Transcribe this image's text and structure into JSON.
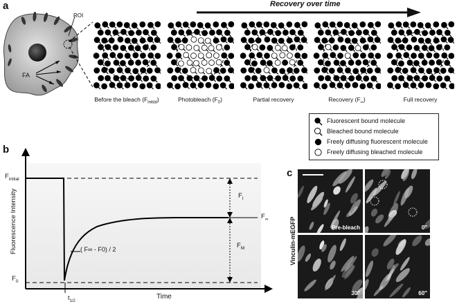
{
  "panel_a": {
    "letter": "a",
    "arrow_title": "Recovery over time",
    "roi_label": "ROI",
    "fa_label": "FA",
    "steps": [
      {
        "label": "Before the bleach (F",
        "sub": "initial",
        "suffix": ")"
      },
      {
        "label": "Photobleach (F",
        "sub": "0",
        "suffix": ")"
      },
      {
        "label": "Partial recovery",
        "sub": "",
        "suffix": ""
      },
      {
        "label": "Recovery (F",
        "sub": "∞",
        "suffix": ")"
      },
      {
        "label": "Full recovery",
        "sub": "",
        "suffix": ""
      }
    ]
  },
  "legend": {
    "items": [
      {
        "label": "Fluorescent bound molecule",
        "icon": "filled-tailed-circle-icon"
      },
      {
        "label": "Bleached bound molecule",
        "icon": "open-tailed-circle-icon"
      },
      {
        "label": "Freely diffusing fluorescent molecule",
        "icon": "filled-circle-icon"
      },
      {
        "label": "Freely diffusing bleached molecule",
        "icon": "open-circle-icon"
      }
    ]
  },
  "panel_b": {
    "letter": "b",
    "ylabel": "Fluorescence Intensity",
    "xlabel": "Time",
    "f_initial": "F",
    "f_initial_sub": "initial",
    "f_zero": "F",
    "f_zero_sub": "0",
    "f_inf": "F",
    "f_inf_sub": "∞",
    "f_i": "F",
    "f_i_sub": "I",
    "f_m": "F",
    "f_m_sub": "M",
    "half_expr": "( F∞ - F0) / 2",
    "t_half": "t",
    "t_half_sub": "1/2"
  },
  "panel_c": {
    "letter": "c",
    "side_label": "Vinculin-mEGFP",
    "frames": [
      "Pre-bleach",
      "0″",
      "30″",
      "60″"
    ]
  }
}
